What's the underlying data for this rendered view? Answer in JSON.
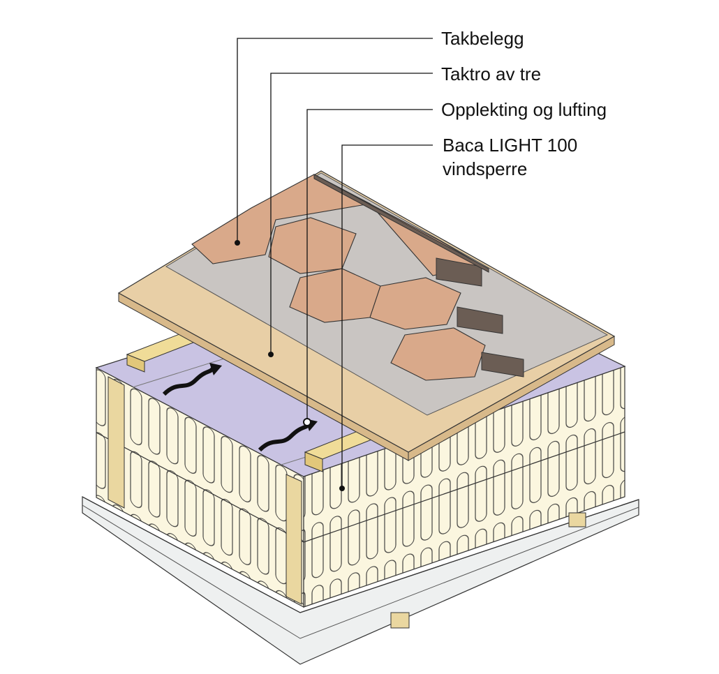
{
  "labels": {
    "roof_covering": "Takbelegg",
    "wood_decking": "Taktro av tre",
    "battens_ventilation": "Opplekting og lufting",
    "wind_barrier_line1": "Baca LIGHT 100",
    "wind_barrier_line2": "vindsperre"
  },
  "colors": {
    "shingle": "#d9a98a",
    "decking": "#e8cfa6",
    "underlay": "#c9c5c2",
    "wind_barrier": "#c9c3e3",
    "insulation": "#fbf6df",
    "timber": "#ead7a0",
    "base": "#eef0f0"
  }
}
